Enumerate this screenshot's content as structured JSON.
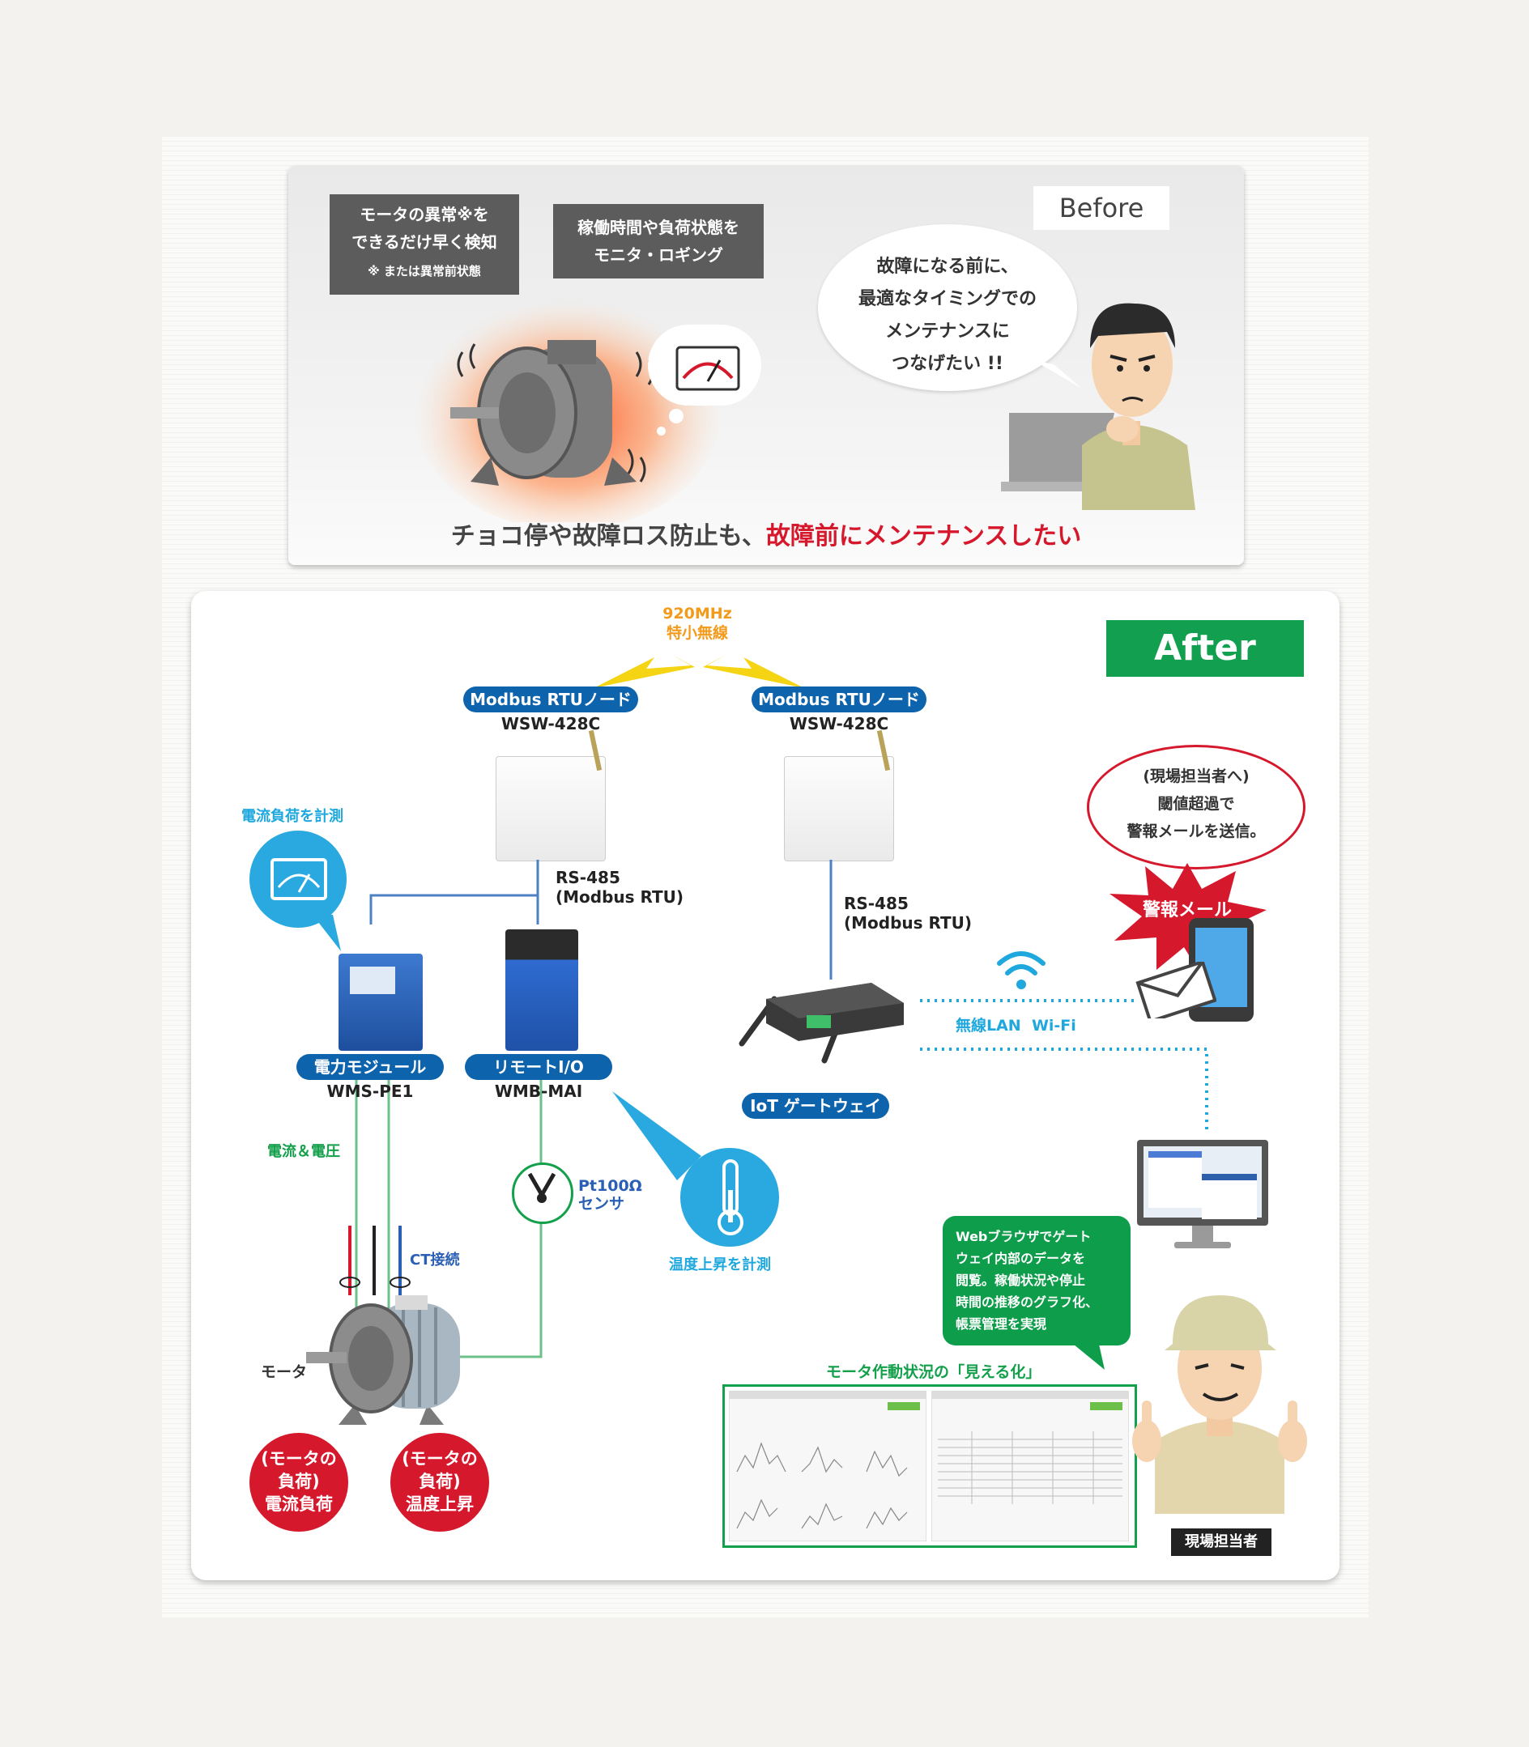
{
  "before": {
    "tag": "Before",
    "box1": {
      "line1": "モータの異常※を",
      "line2": "できるだけ早く検知",
      "note": "※ または異常前状態"
    },
    "box2": {
      "line1": "稼働時間や負荷状態を",
      "line2": "モニタ・ロギング"
    },
    "speech": {
      "line1": "故障になる前に、",
      "line2": "最適なタイミングでの",
      "line3": "メンテナンスに",
      "line4": "つなげたい !!"
    },
    "caption_prefix": "チョコ停や故障ロス防止も、",
    "caption_highlight": "故障前にメンテナンスしたい"
  },
  "after": {
    "tag": "After",
    "radio": {
      "freq": "920MHz",
      "label": "特小無線"
    },
    "node_left": {
      "pill": "Modbus RTUノード",
      "model": "WSW-428C"
    },
    "node_right": {
      "pill": "Modbus RTUノード",
      "model": "WSW-428C"
    },
    "rs485_left": {
      "line1": "RS-485",
      "line2": "(Modbus RTU)"
    },
    "rs485_right": {
      "line1": "RS-485",
      "line2": "(Modbus RTU)"
    },
    "current_measure": "電流負荷を計測",
    "power_module": {
      "pill": "電力モジュール",
      "model": "WMS-PE1"
    },
    "remote_io": {
      "pill": "リモートI/O",
      "model": "WMB-MAI"
    },
    "gateway": {
      "pill": "IoT ゲートウェイ"
    },
    "wifi_label": "無線LAN  Wi-Fi",
    "alert_speech": {
      "line1": "(現場担当者へ)",
      "line2": "閾値超過で",
      "line3": "警報メールを送信。"
    },
    "alert_burst": "警報メール",
    "voltage_label": "電流＆電圧",
    "ct_label": "CT接続",
    "sensor": {
      "line1": "Pt100Ω",
      "line2": "センサ"
    },
    "temp_measure": "温度上昇を計測",
    "motor_label": "モータ",
    "red_left": {
      "line1": "(モータの",
      "line2": "負荷)",
      "line3": "電流負荷"
    },
    "red_right": {
      "line1": "(モータの",
      "line2": "負荷)",
      "line3": "温度上昇"
    },
    "browser_note": {
      "line1": "Webブラウザでゲート",
      "line2": "ウェイ内部のデータを",
      "line3": "閲覧。稼働状況や停止",
      "line4": "時間の推移のグラフ化、",
      "line5": "帳票管理を実現"
    },
    "visual_title": "モータ作動状況の「見える化」",
    "worker_label": "現場担当者"
  },
  "colors": {
    "accent_green": "#12a050",
    "brand_blue": "#0e63ad",
    "alert_red": "#d6182c",
    "cyan": "#1fa8de"
  }
}
